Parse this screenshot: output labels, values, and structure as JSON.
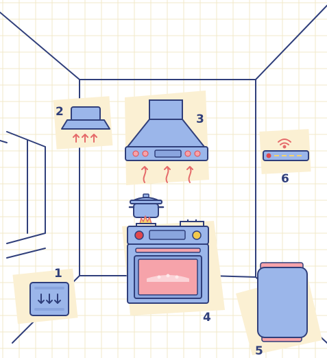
{
  "labels": {
    "wall_vent": "1",
    "small_range_hood": "2",
    "chimney_range_hood": "3",
    "stove_oven": "4",
    "air_purifier": "5",
    "wifi_router": "6"
  },
  "colors": {
    "outline": "#2f3e7a",
    "grid": "#f2e9c8",
    "panel": "#fbf0d3",
    "appliance_blue": "#9bb6ea",
    "appliance_dark": "#8aa5de",
    "heat_red": "#e56a6a",
    "oven_window": "#f6a3aa",
    "knob_red": "#e0474c",
    "knob_yellow": "#f2c94c",
    "led_yellow": "#f5d36b",
    "label": "#2f3e7a"
  }
}
